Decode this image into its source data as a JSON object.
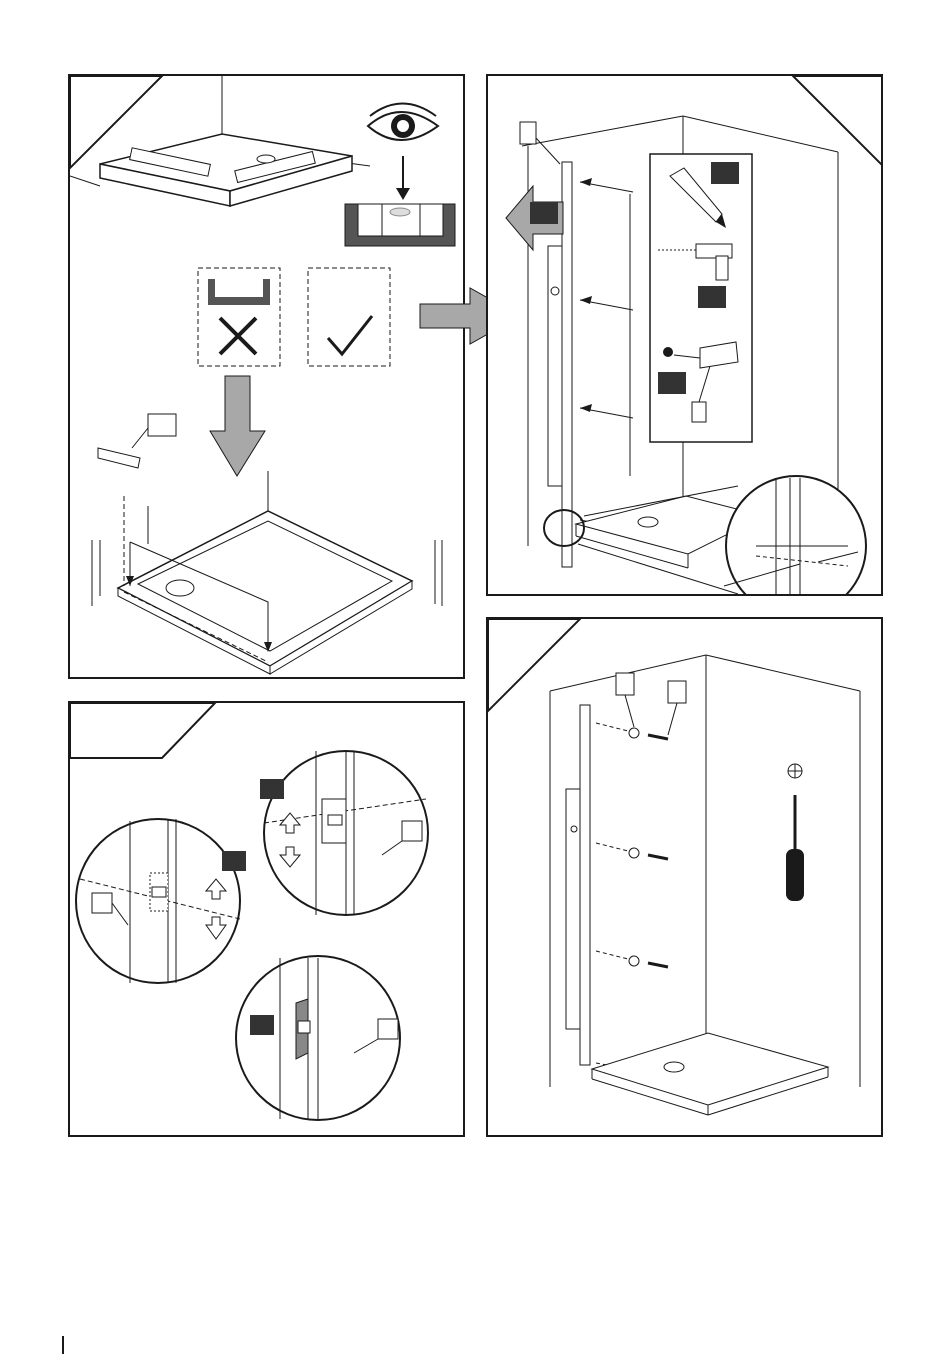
{
  "document": {
    "type": "installation-instructions",
    "visible_text": ""
  },
  "panels": [
    {
      "id": "step-level-tray",
      "marks": [
        "correct-check",
        "incorrect-cross"
      ]
    },
    {
      "id": "step-mark-wall-drill",
      "tools": [
        "pencil-icon",
        "drill-icon",
        "wall-plug-icon"
      ]
    },
    {
      "id": "step-adjust-profile",
      "arrows": [
        "up-arrow",
        "down-arrow"
      ]
    },
    {
      "id": "step-screw-profile",
      "tools": [
        "screwdriver-icon"
      ]
    }
  ],
  "colors": {
    "line": "#1a1a1a",
    "grey_fill": "#a8a8a8",
    "dark_label": "#333333",
    "background": "#ffffff"
  }
}
